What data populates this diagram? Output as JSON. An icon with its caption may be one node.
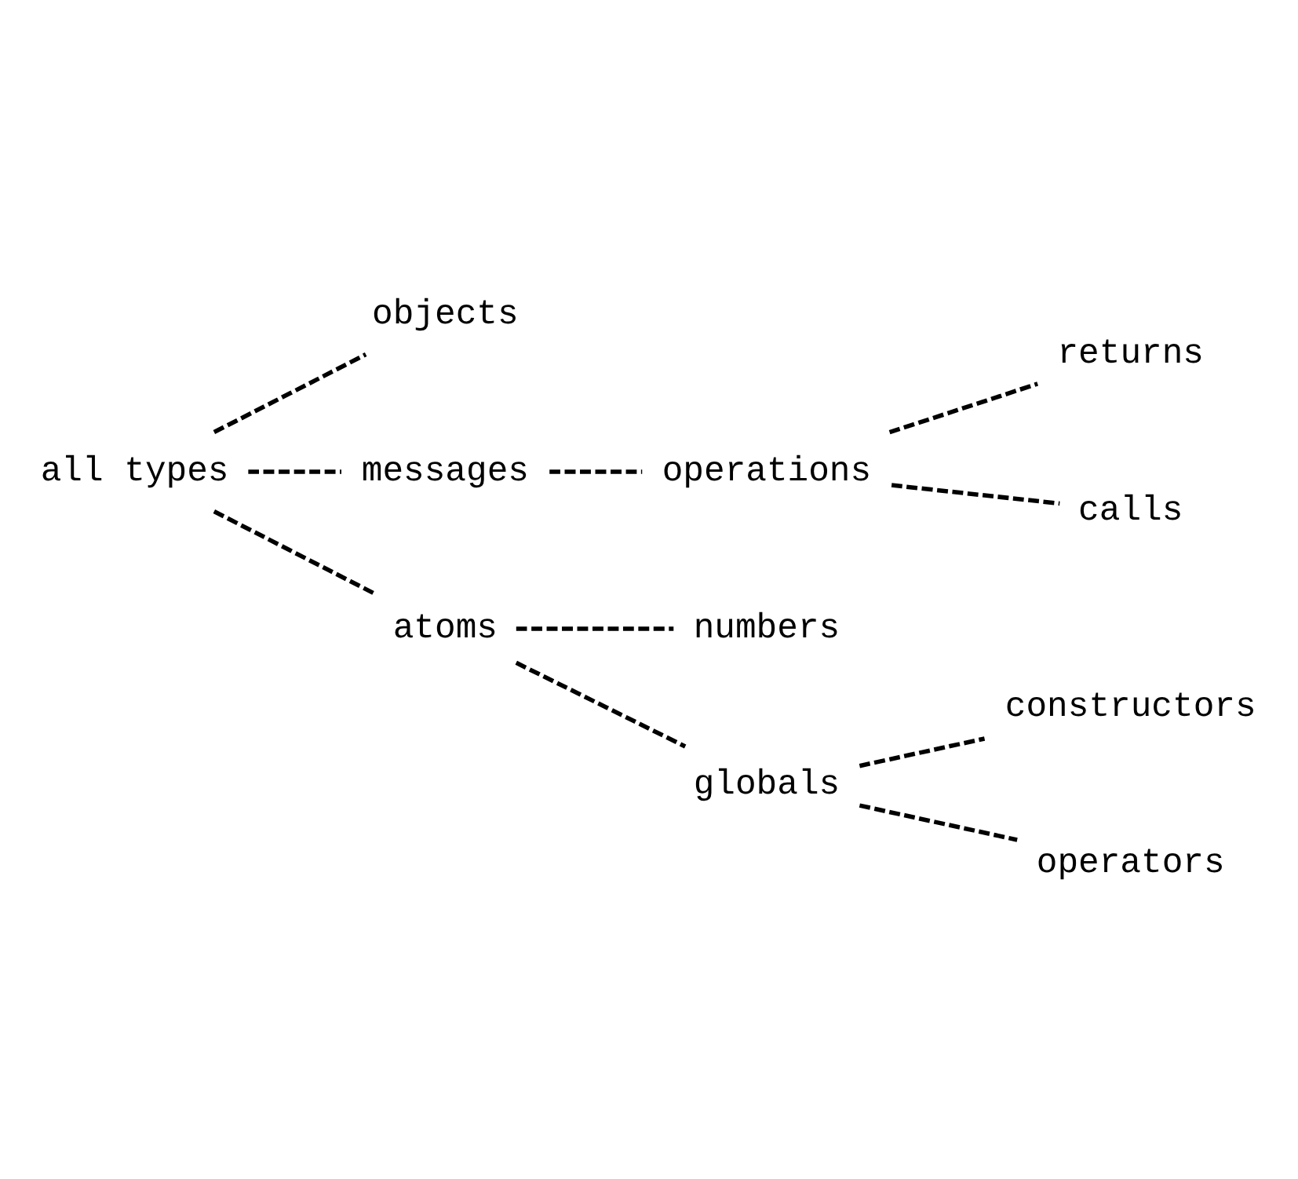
{
  "diagram": {
    "nodes": [
      {
        "text": [
          "objects"
        ]
      },
      {
        "text": [
          "returns"
        ]
      },
      {
        "text": [
          "all types"
        ]
      },
      {
        "text": [
          "messages"
        ]
      },
      {
        "text": [
          "operations"
        ]
      },
      {
        "text": [
          "calls"
        ]
      },
      {
        "text": [
          "numbers"
        ]
      },
      {
        "text": [
          "atoms"
        ]
      },
      {
        "text": [
          "constructors"
        ]
      },
      {
        "text": [
          "globals"
        ]
      },
      {
        "text": [
          "operators"
        ]
      }
    ],
    "edges": [
      {
        "from": 2,
        "to": 0,
        "arrow": "none",
        "style": "dashed"
      },
      {
        "from": 2,
        "to": 3,
        "arrow": "none",
        "style": "dashed"
      },
      {
        "from": 2,
        "to": 7,
        "arrow": "none",
        "style": "dashed"
      },
      {
        "from": 3,
        "to": 4,
        "arrow": "none",
        "style": "dashed"
      },
      {
        "from": 4,
        "to": 1,
        "arrow": "none",
        "style": "dashed"
      },
      {
        "from": 4,
        "to": 5,
        "arrow": "none",
        "style": "dashed"
      },
      {
        "from": 7,
        "to": 6,
        "arrow": "none",
        "style": "dashed"
      },
      {
        "from": 7,
        "to": 9,
        "arrow": "none",
        "style": "dashed"
      },
      {
        "from": 9,
        "to": 8,
        "arrow": "none",
        "style": "dashed"
      },
      {
        "from": 9,
        "to": 10,
        "arrow": "none",
        "style": "dashed"
      }
    ]
  }
}
